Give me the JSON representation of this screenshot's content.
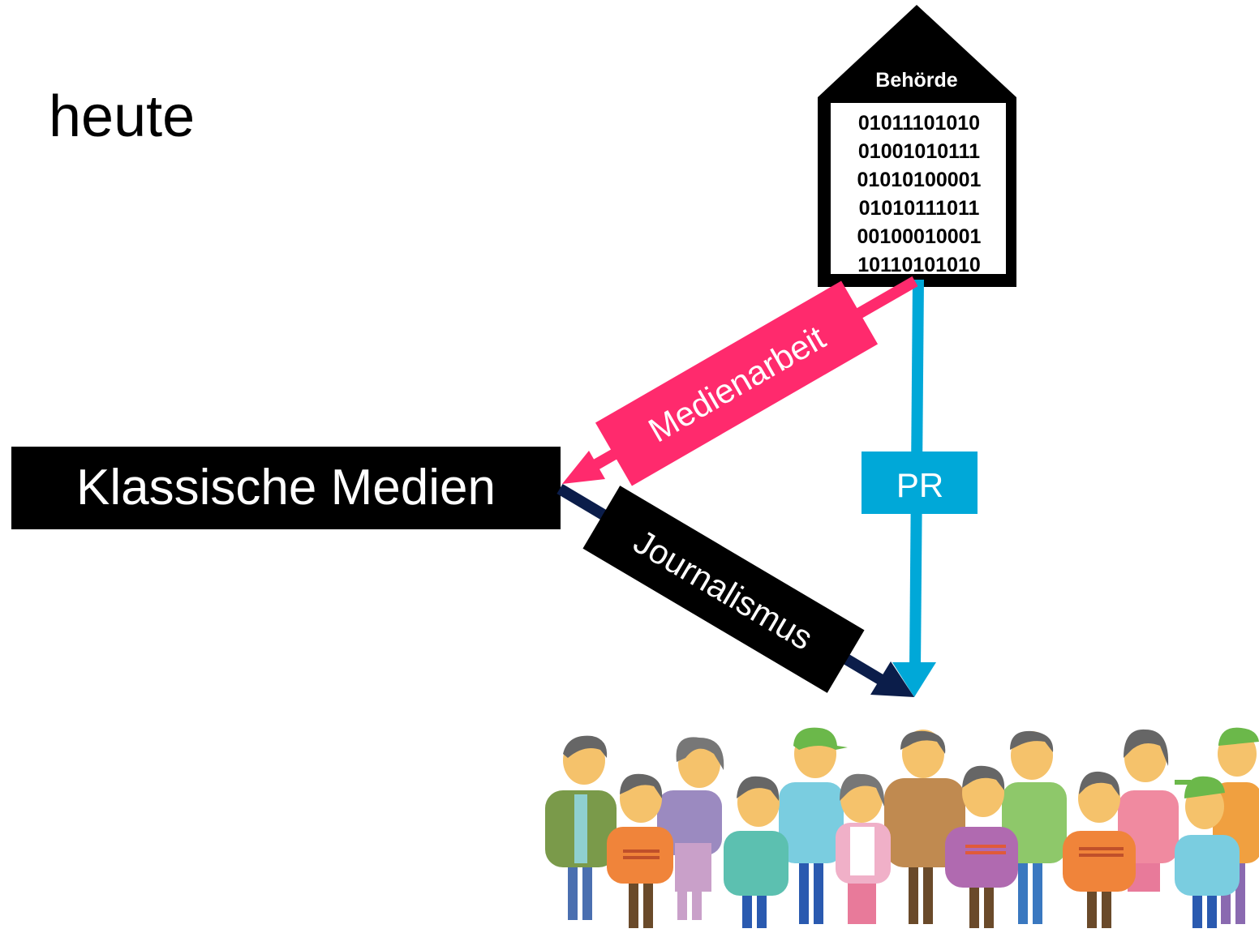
{
  "title": "heute",
  "authority": {
    "label": "Behörde",
    "binary_rows": [
      "01011101010",
      "01001010111",
      "01010100001",
      "01010111011",
      "00100010001",
      "10110101010"
    ]
  },
  "media_box": {
    "label": "Klassische Medien"
  },
  "arrows": {
    "medienarbeit": {
      "label": "Medienarbeit",
      "color": "#ff2a6d"
    },
    "pr": {
      "label": "PR",
      "color": "#00a8d8"
    },
    "journalismus": {
      "label": "Journalismus",
      "color": "#0b1d4a"
    }
  },
  "crowd": {
    "icon": "public-crowd-icon"
  }
}
